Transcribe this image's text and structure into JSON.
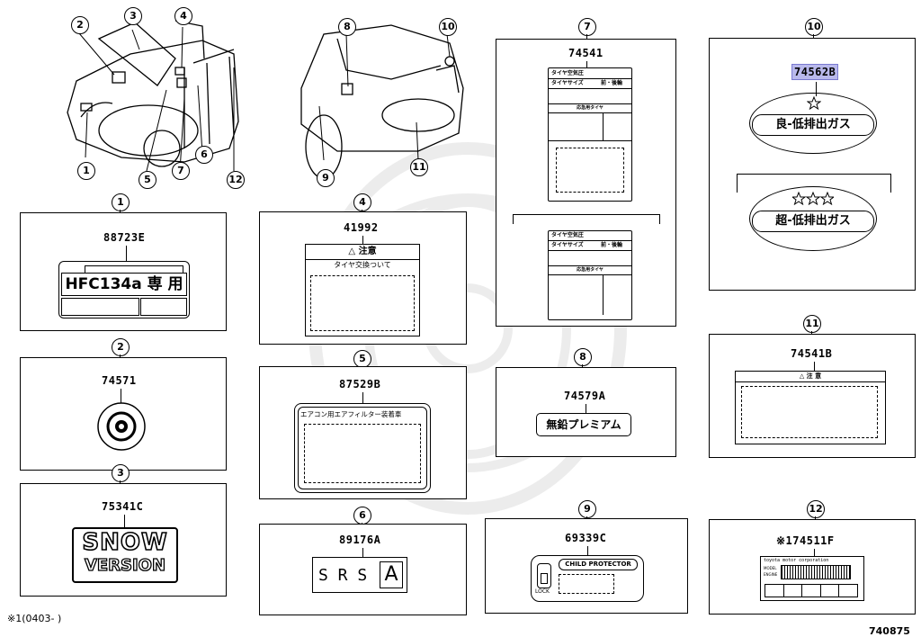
{
  "callouts": {
    "c1": "1",
    "c2": "2",
    "c3": "3",
    "c4": "4",
    "c5": "5",
    "c6": "6",
    "c7": "7",
    "c8": "8",
    "c9": "9",
    "c10": "10",
    "c11": "11",
    "c12": "12"
  },
  "parts": {
    "p1": "88723E",
    "p2": "74571",
    "p3": "75341C",
    "p4": "41992",
    "p5": "87529B",
    "p6": "89176A",
    "p7": "74541",
    "p8": "74579A",
    "p9": "69339C",
    "p10": "74562B",
    "p11": "74541B",
    "p12": "※174511F"
  },
  "labels": {
    "hfc": "HFC134a 専 用",
    "caution": "△ 注意",
    "tire_change": "タイヤ交換ついて",
    "aircon": "エアコン用エアフィルター装着車",
    "srs": "S R S",
    "srs_a": "A",
    "child": "CHILD PROTECTOR",
    "lock": "LOCK",
    "premium": "無鉛プレミアム",
    "snow": "SNOW",
    "version": "VERSION",
    "emission1": "良-低排出ガス",
    "emission2": "超-低排出ガス",
    "tire_pressure": "タイヤ空気圧",
    "tire_size": "タイヤサイズ",
    "front_rear": "前・後輪",
    "spare": "応急用タイヤ",
    "caution11": "△  注  意",
    "toyota_note": "toyota motor corporation",
    "tiny1": "MODEL",
    "tiny2": "ENGINE"
  },
  "footer": {
    "footnote": "※1(0403-     )",
    "diagram_no": "740875"
  }
}
